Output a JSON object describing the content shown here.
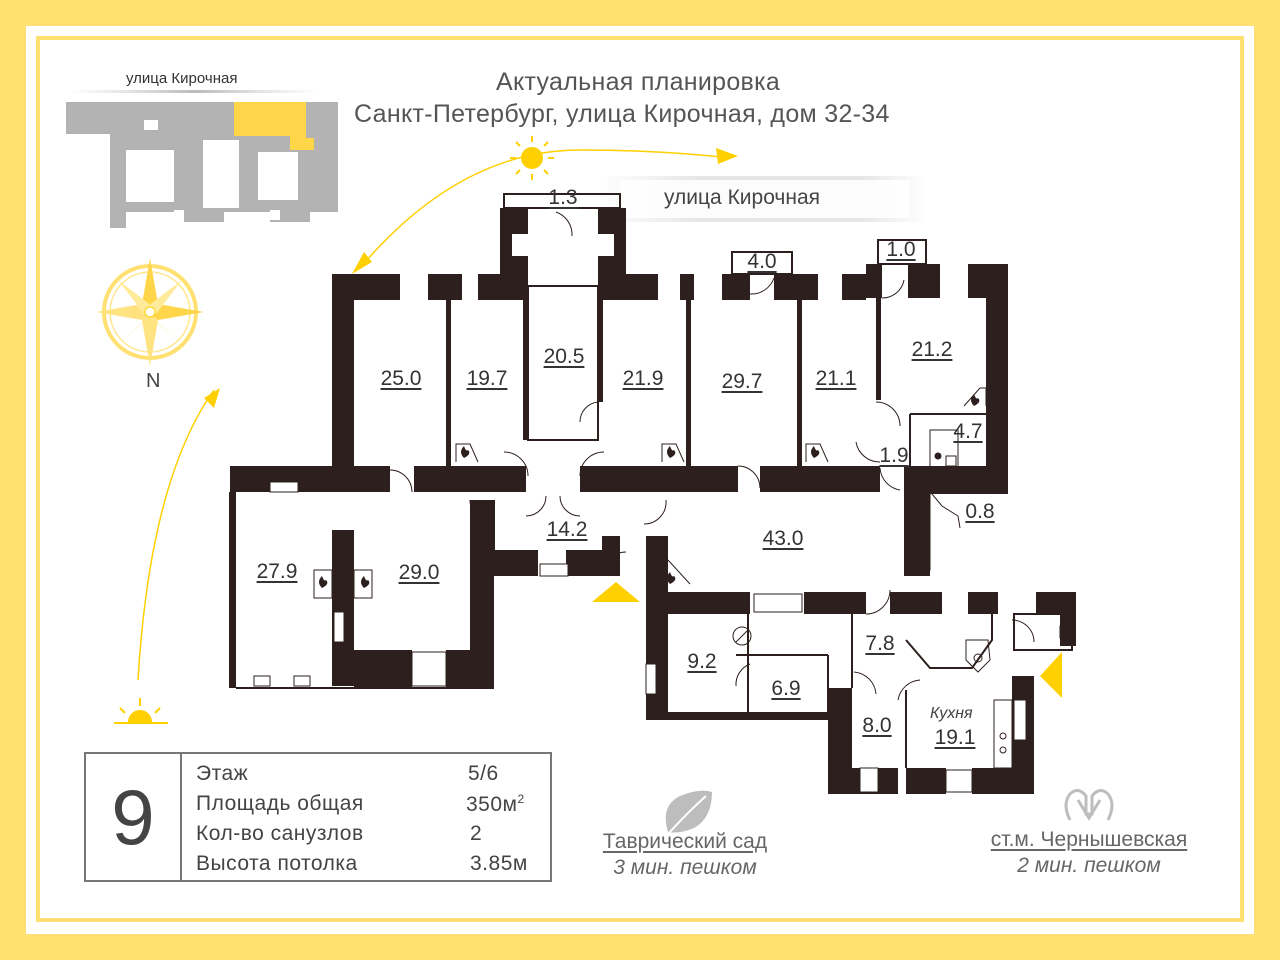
{
  "header": {
    "title": "Актуальная планировка",
    "address": "Санкт-Петербург, улица Кирочная, дом 32-34"
  },
  "street_labels": {
    "minimap": "улица Кирочная",
    "main": "улица Кирочная"
  },
  "compass": {
    "north": "N"
  },
  "rooms": {
    "r1_3": "1.3",
    "r4_0": "4.0",
    "r1_0": "1.0",
    "r25_0": "25.0",
    "r19_7": "19.7",
    "r20_5": "20.5",
    "r21_9": "21.9",
    "r29_7": "29.7",
    "r21_1": "21.1",
    "r21_2": "21.2",
    "r4_7": "4.7",
    "r1_9": "1.9",
    "r0_8": "0.8",
    "r27_9": "27.9",
    "r29_0": "29.0",
    "r14_2": "14.2",
    "r43_0": "43.0",
    "r9_2": "9.2",
    "r6_9": "6.9",
    "r7_8": "7.8",
    "r8_0": "8.0",
    "r19_1": "19.1",
    "kitchen_label": "Кухня"
  },
  "info": {
    "number": "9",
    "rows": [
      {
        "label": "Этаж",
        "value": "5/6"
      },
      {
        "label": "Площадь общая",
        "value": "350м",
        "sup": "2"
      },
      {
        "label": "Кол-во санузлов",
        "value": "2"
      },
      {
        "label": "Высота потолка",
        "value": "3.85м"
      }
    ]
  },
  "poi": {
    "park_name": "Таврический сад",
    "park_walk": "3 мин. пешком",
    "metro_name": "ст.м. Чернышевская",
    "metro_walk": "2 мин. пешком"
  },
  "colors": {
    "accent": "#ffe071",
    "sun": "#ffd000",
    "wall": "#2e1f1f",
    "minimap_gray": "#b3b3b3"
  }
}
